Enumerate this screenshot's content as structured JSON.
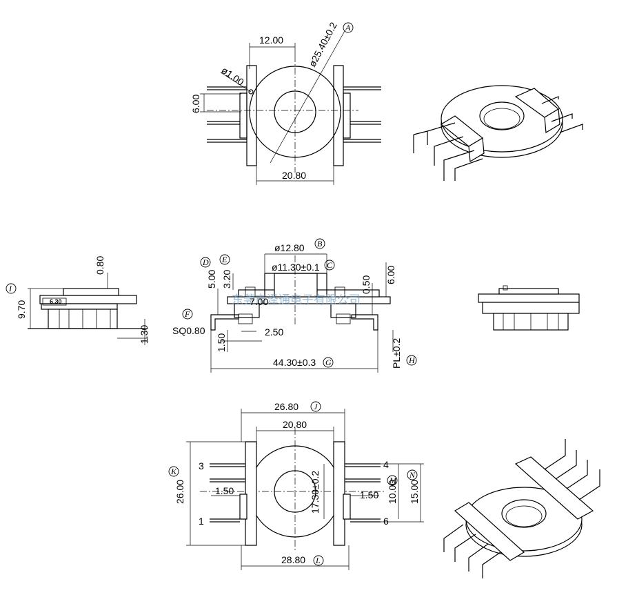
{
  "watermark": "东莞市泽通电子有限公司",
  "top_view": {
    "dim_width_top": "12.00",
    "dim_diameter": "ø25.40±0.2",
    "dim_pin_dia": "ø1.00",
    "dim_left": "6.00",
    "dim_bottom": "20.80",
    "callout_a": "A"
  },
  "side_left": {
    "dim_top": "0.80",
    "dim_height": "9.70",
    "dim_inner": "6.30",
    "dim_bottom": "1.30",
    "callout_i": "I"
  },
  "front_view": {
    "dim_b": "ø12.80",
    "callout_b": "B",
    "dim_c": "ø11.30±0.1",
    "callout_c": "C",
    "callout_d": "D",
    "callout_e": "E",
    "dim_d": "5.00",
    "dim_e": "3.20",
    "dim_700": "7.00",
    "dim_050": "0.50",
    "dim_600": "6.00",
    "callout_f": "F",
    "dim_sq": "SQ0.80",
    "dim_250": "2.50",
    "dim_150": "1.50",
    "dim_total": "44.30±0.3",
    "callout_g": "G",
    "dim_pl": "PL±0.2",
    "callout_h": "H"
  },
  "bottom_view": {
    "dim_2680": "26.80",
    "callout_j": "J",
    "dim_2080": "20.80",
    "dim_2600": "26.00",
    "callout_k": "K",
    "dim_150_l": "1.50",
    "dim_150_r": "1.50",
    "dim_1730": "17.30±0.2",
    "dim_1000": "10.00",
    "callout_m": "M",
    "dim_1500": "15.00",
    "callout_n": "N",
    "dim_2880": "28.80",
    "callout_l": "L",
    "pin_3": "3",
    "pin_1": "1",
    "pin_4": "4",
    "pin_6": "6"
  }
}
